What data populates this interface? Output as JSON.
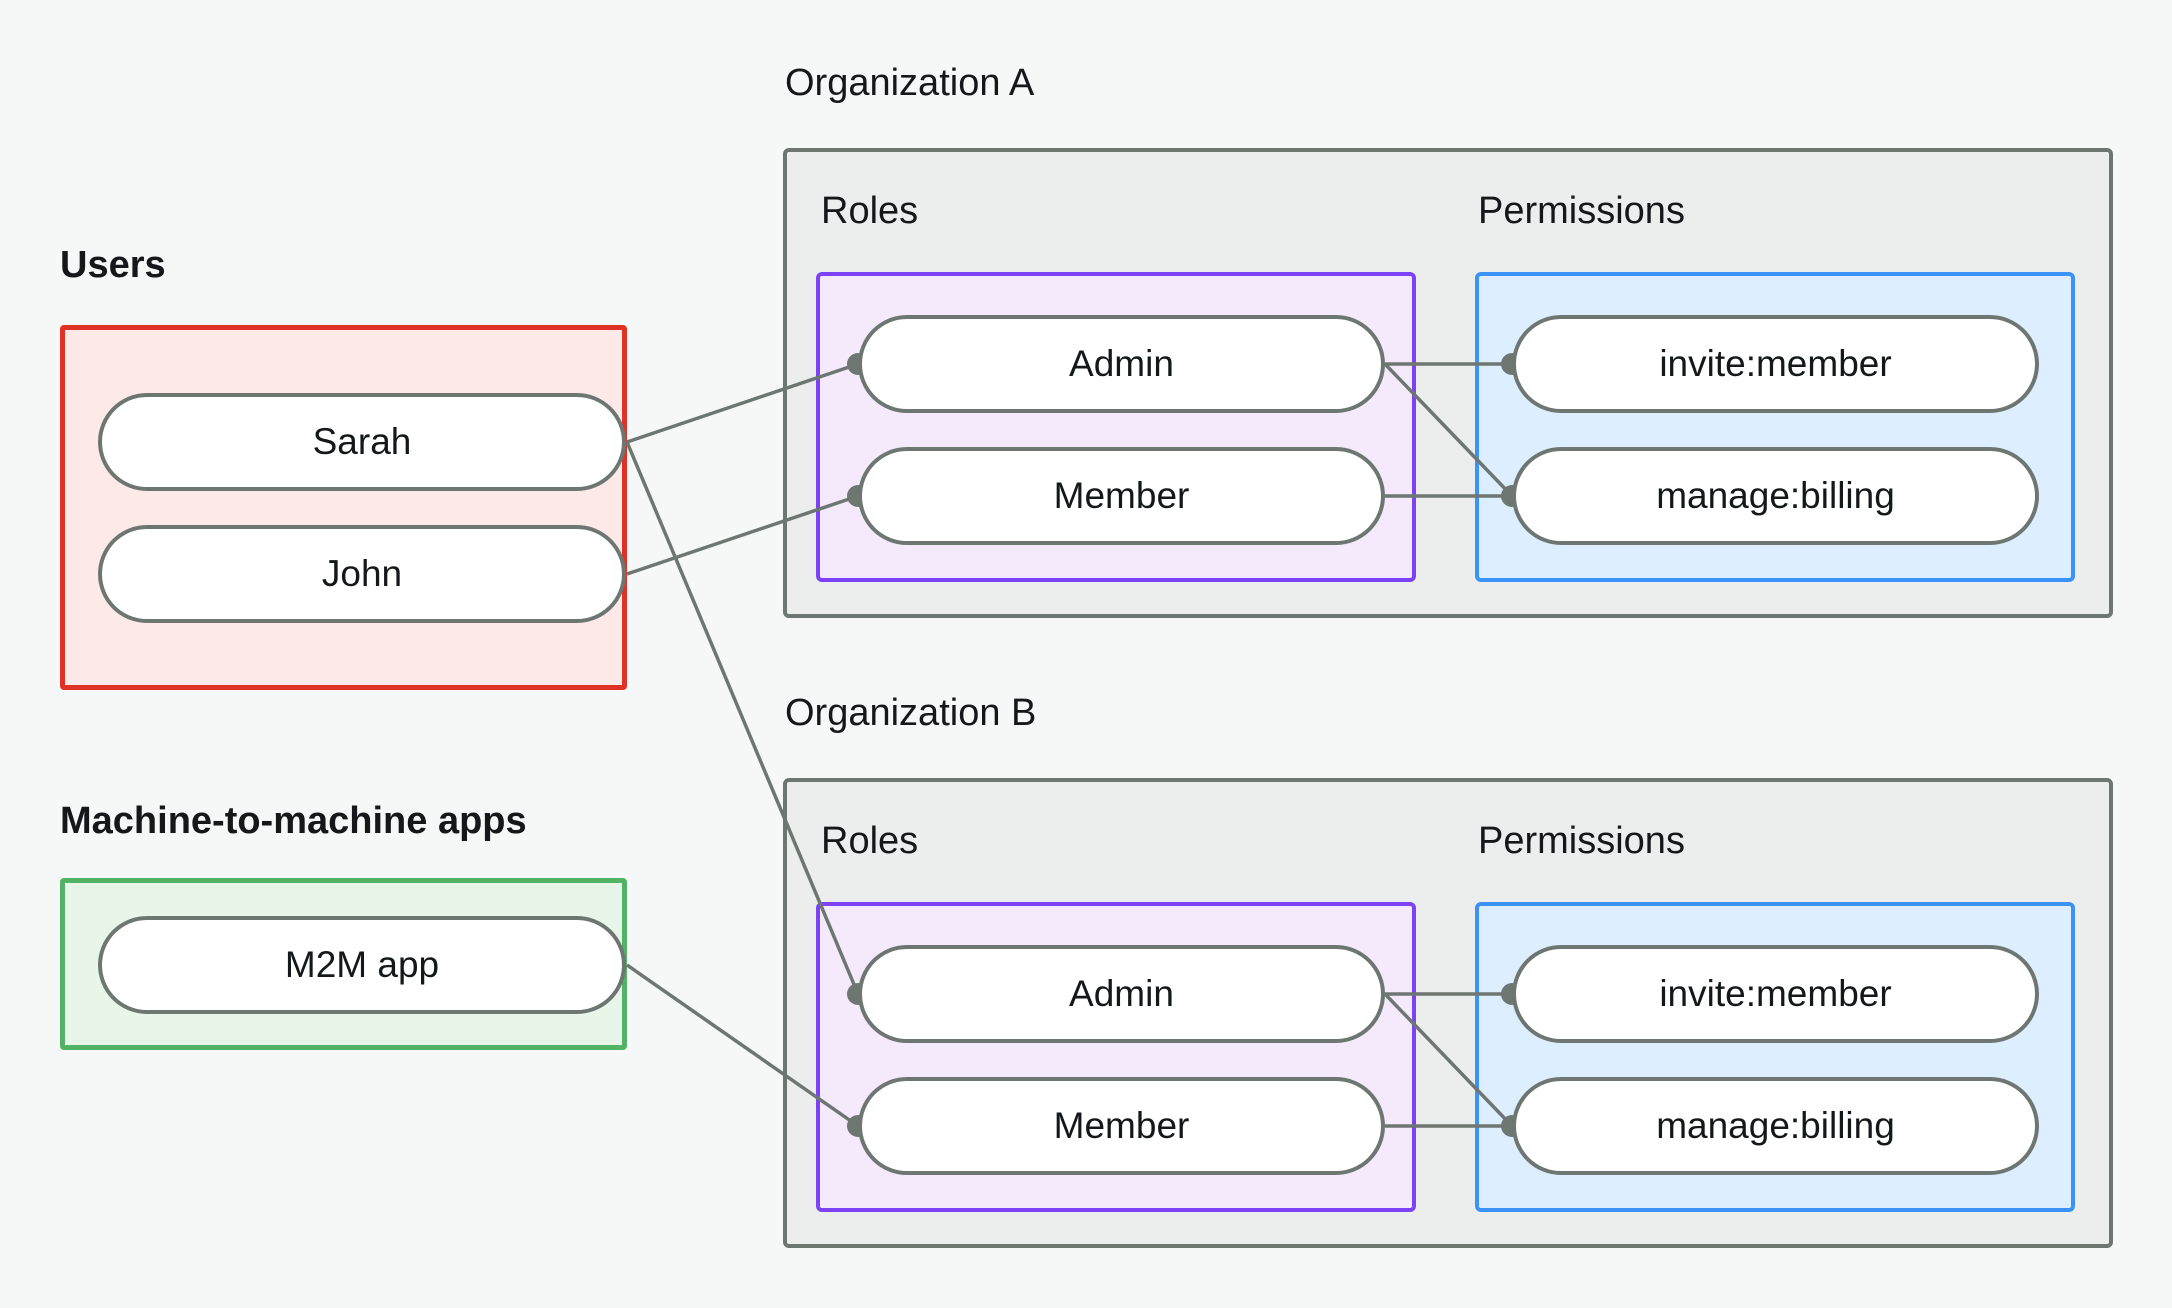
{
  "diagram": {
    "title_hidden": "",
    "background": "#f6f8f7",
    "colors": {
      "users_border": "#e03127",
      "users_fill": "#fdeae8",
      "m2m_border": "#52b265",
      "m2m_fill": "#e8f6ea",
      "org_border": "#6e7672",
      "org_fill": "#eceeed",
      "roles_border": "#7c42f5",
      "roles_fill": "#f4eafc",
      "perms_border": "#3c93f7",
      "perms_fill": "#dceeff",
      "node_border": "#6e7672",
      "node_fill": "#ffffff",
      "edge": "#6e7672",
      "text": "#14181a"
    }
  },
  "left": {
    "users": {
      "label": "Users",
      "nodes": [
        {
          "label": "Sarah"
        },
        {
          "label": "John"
        }
      ]
    },
    "m2m": {
      "label": "Machine-to-machine apps",
      "nodes": [
        {
          "label": "M2M app"
        }
      ]
    }
  },
  "organizations": [
    {
      "label": "Organization A",
      "roles_title": "Roles",
      "permissions_title": "Permissions",
      "roles": [
        {
          "label": "Admin"
        },
        {
          "label": "Member"
        }
      ],
      "permissions": [
        {
          "label": "invite:member"
        },
        {
          "label": "manage:billing"
        }
      ]
    },
    {
      "label": "Organization B",
      "roles_title": "Roles",
      "permissions_title": "Permissions",
      "roles": [
        {
          "label": "Admin"
        },
        {
          "label": "Member"
        }
      ],
      "permissions": [
        {
          "label": "invite:member"
        },
        {
          "label": "manage:billing"
        }
      ]
    }
  ],
  "edges": [
    {
      "from": "Sarah",
      "to": "Organization A / Admin"
    },
    {
      "from": "John",
      "to": "Organization A / Member"
    },
    {
      "from": "Sarah",
      "to": "Organization B / Admin"
    },
    {
      "from": "M2M app",
      "to": "Organization B / Member"
    },
    {
      "from": "Organization A / Admin",
      "to": "Organization A / invite:member"
    },
    {
      "from": "Organization A / Admin",
      "to": "Organization A / manage:billing"
    },
    {
      "from": "Organization A / Member",
      "to": "Organization A / manage:billing"
    },
    {
      "from": "Organization B / Admin",
      "to": "Organization B / invite:member"
    },
    {
      "from": "Organization B / Admin",
      "to": "Organization B / manage:billing"
    },
    {
      "from": "Organization B / Member",
      "to": "Organization B / manage:billing"
    }
  ]
}
